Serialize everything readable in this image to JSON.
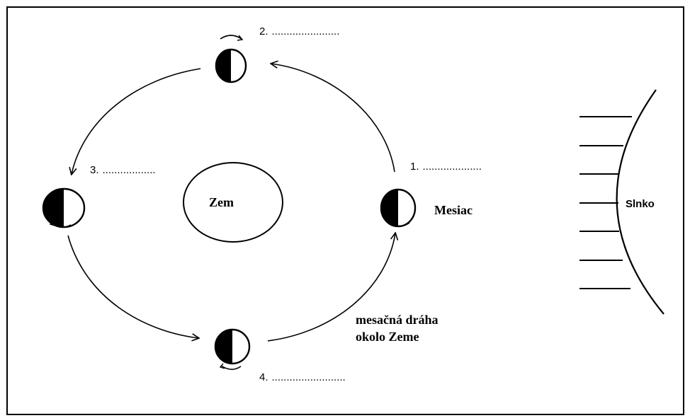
{
  "earth": {
    "label": "Zem"
  },
  "moon": {
    "label": "Mesiac"
  },
  "orbit": {
    "label_line1": "mesačná dráha",
    "label_line2": "okolo Zeme"
  },
  "sun": {
    "label": "Slnko"
  },
  "positions": [
    {
      "number": "1.",
      "blank": "...................."
    },
    {
      "number": "2.",
      "blank": "......................."
    },
    {
      "number": "3.",
      "blank": ".................."
    },
    {
      "number": "4.",
      "blank": "........................."
    }
  ],
  "colors": {
    "ink": "#000000",
    "background": "#ffffff"
  }
}
